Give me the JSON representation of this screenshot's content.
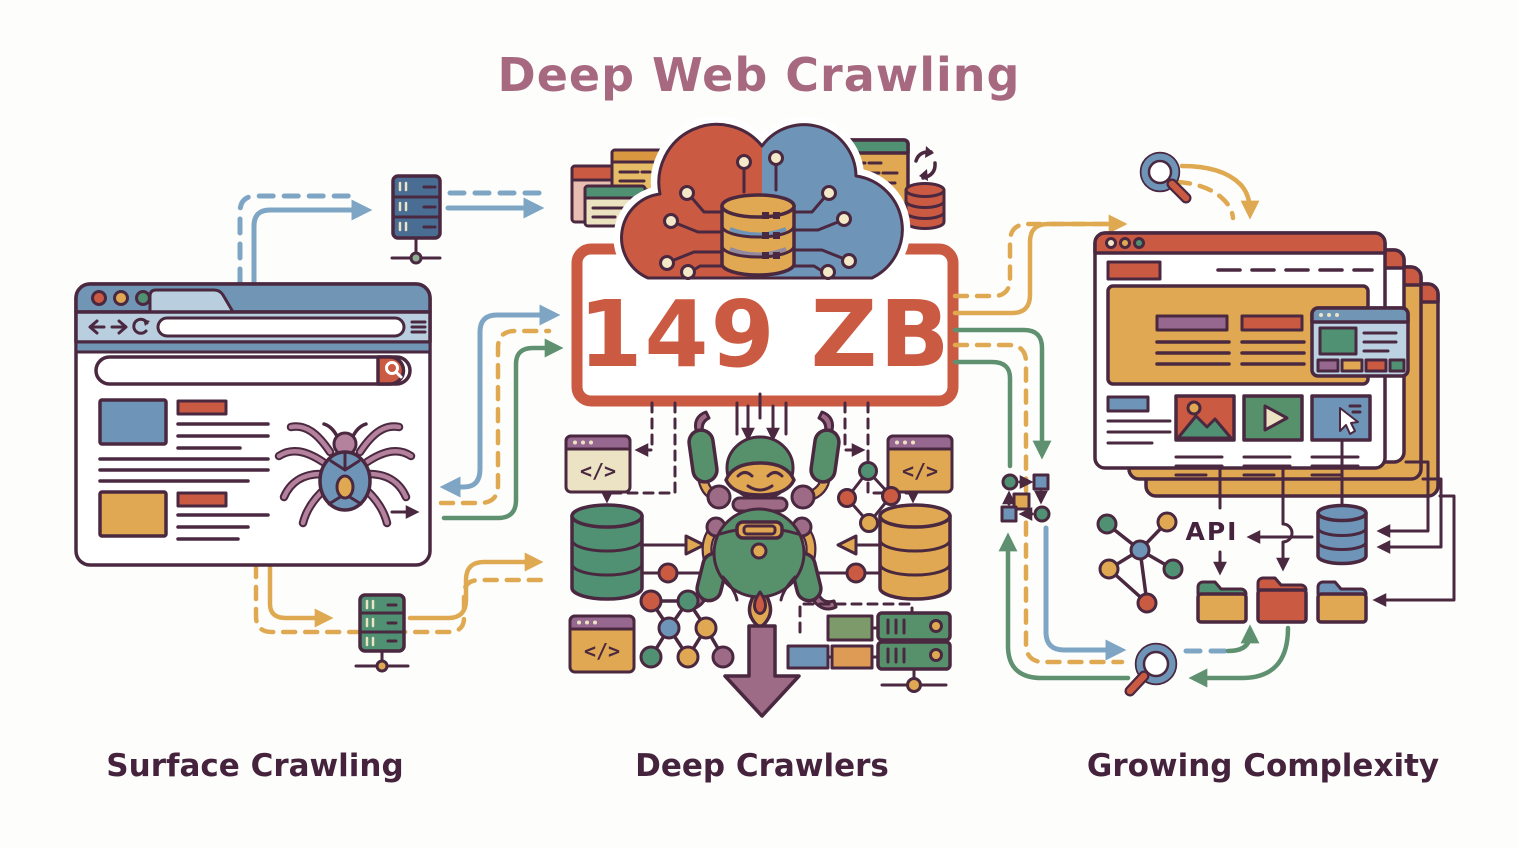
{
  "title": "Deep Web Crawling",
  "center": {
    "data_volume": "149 ZB",
    "api_label": "API"
  },
  "sections": [
    {
      "label": "Surface Crawling"
    },
    {
      "label": "Deep Crawlers"
    },
    {
      "label": "Growing Complexity"
    }
  ],
  "glyphs": {
    "code": "</>"
  },
  "colors": {
    "title": "#a7697f",
    "caption": "#45233d",
    "outline": "#4a2840",
    "accent_red": "#cb5a42",
    "accent_blue": "#6e94b7",
    "accent_yellow": "#e0a852",
    "accent_green": "#4f9172",
    "accent_mauve": "#9e6b86",
    "cream": "#ece3c4",
    "arrow_blue": "#7ea6c4",
    "arrow_yellow": "#dfa952",
    "arrow_green": "#5f9170"
  },
  "icons": [
    "browser-window",
    "spider-icon",
    "server-icon",
    "stacked-cards-icon",
    "cloud-icon",
    "database-icon",
    "document-card-icon",
    "sync-arrows-icon",
    "code-window-icon",
    "robot-crawler",
    "network-graph-icon",
    "molecule-icon",
    "flow-down-arrow",
    "server-rack-icon",
    "magnifier-icon",
    "data-exchange-icon",
    "popup-window-icon",
    "media-card-icon",
    "folder-icon"
  ]
}
